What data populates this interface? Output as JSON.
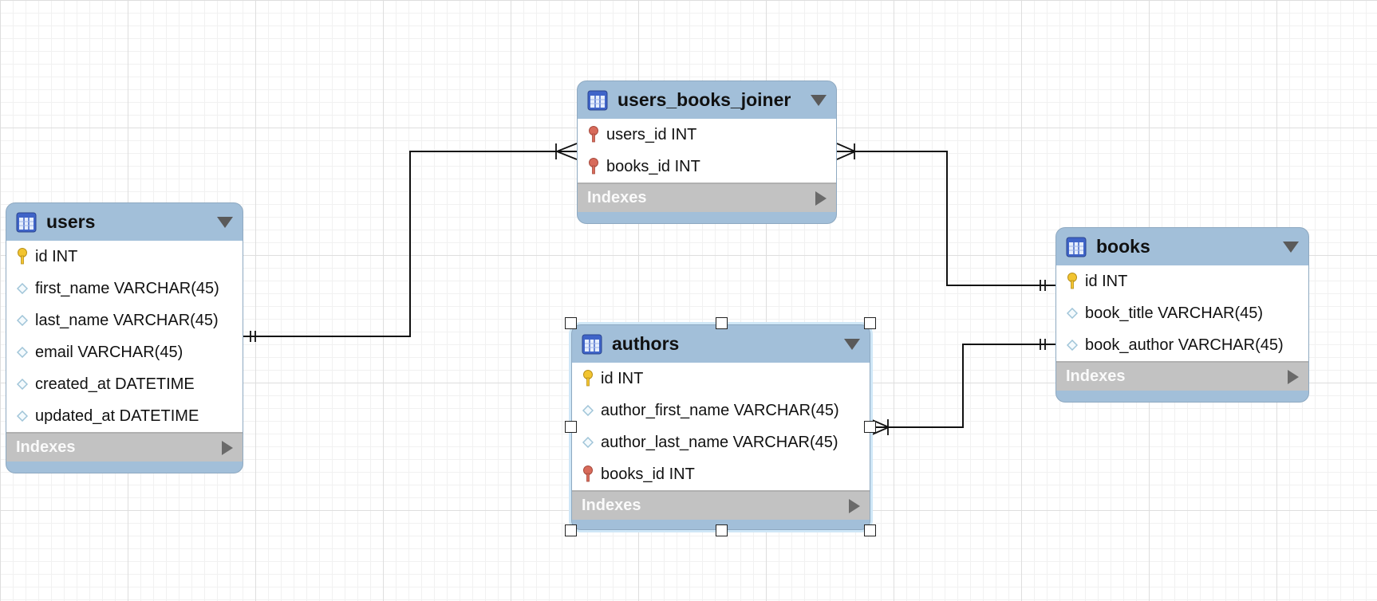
{
  "diagram": {
    "tables": [
      {
        "name": "users",
        "columns": [
          {
            "label": "id INT",
            "key": "primary"
          },
          {
            "label": "first_name VARCHAR(45)",
            "key": "none"
          },
          {
            "label": "last_name VARCHAR(45)",
            "key": "none"
          },
          {
            "label": "email VARCHAR(45)",
            "key": "none"
          },
          {
            "label": "created_at DATETIME",
            "key": "none"
          },
          {
            "label": "updated_at DATETIME",
            "key": "none"
          }
        ],
        "indexes_label": "Indexes"
      },
      {
        "name": "users_books_joiner",
        "columns": [
          {
            "label": "users_id INT",
            "key": "foreign"
          },
          {
            "label": "books_id INT",
            "key": "foreign"
          }
        ],
        "indexes_label": "Indexes"
      },
      {
        "name": "authors",
        "selected": true,
        "columns": [
          {
            "label": "id INT",
            "key": "primary"
          },
          {
            "label": "author_first_name VARCHAR(45)",
            "key": "none"
          },
          {
            "label": "author_last_name VARCHAR(45)",
            "key": "none"
          },
          {
            "label": "books_id INT",
            "key": "foreign"
          }
        ],
        "indexes_label": "Indexes"
      },
      {
        "name": "books",
        "columns": [
          {
            "label": "id INT",
            "key": "primary"
          },
          {
            "label": "book_title VARCHAR(45)",
            "key": "none"
          },
          {
            "label": "book_author VARCHAR(45)",
            "key": "none"
          }
        ],
        "indexes_label": "Indexes"
      }
    ],
    "relationships": [
      {
        "from": "users",
        "to": "users_books_joiner",
        "from_cardinality": "one-and-only-one",
        "to_cardinality": "one-or-many"
      },
      {
        "from": "books",
        "to": "users_books_joiner",
        "from_cardinality": "one-and-only-one",
        "to_cardinality": "one-or-many"
      },
      {
        "from": "books",
        "to": "authors",
        "from_cardinality": "one-and-only-one",
        "to_cardinality": "one-or-many"
      }
    ]
  },
  "icons": {
    "table": "table-icon",
    "collapse": "collapse-triangle-icon",
    "expand_indexes": "expand-arrow-icon",
    "primary_key": "primary-key-icon",
    "foreign_key": "foreign-key-icon",
    "column": "column-diamond-icon"
  },
  "colors": {
    "table_header": "#a2bfd9",
    "indexes_bar": "#c2c2c2",
    "primary_key": "#f2c430",
    "foreign_key": "#d86a5a",
    "diamond": "#9fc4d8"
  }
}
